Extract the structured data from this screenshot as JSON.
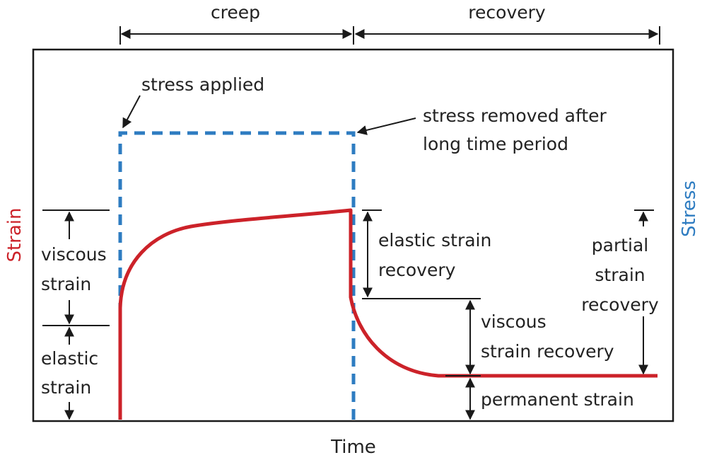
{
  "phases": {
    "creep": "creep",
    "recovery": "recovery"
  },
  "axes": {
    "left": "Strain",
    "right": "Stress",
    "bottom": "Time"
  },
  "annotations": {
    "stress_applied": "stress applied",
    "stress_removed": [
      "stress removed after",
      "long time period"
    ],
    "viscous_strain": [
      "viscous",
      "strain"
    ],
    "elastic_strain": [
      "elastic",
      "strain"
    ],
    "elastic_strain_recovery": [
      "elastic strain",
      "recovery"
    ],
    "viscous_strain_recovery": [
      "viscous",
      "strain recovery"
    ],
    "partial_strain_recovery": [
      "partial",
      "strain",
      "recovery"
    ],
    "permanent_strain": "permanent strain"
  },
  "colors": {
    "strain": "#cc2229",
    "stress": "#2e7cc1",
    "annotation": "#1a1a1a"
  }
}
